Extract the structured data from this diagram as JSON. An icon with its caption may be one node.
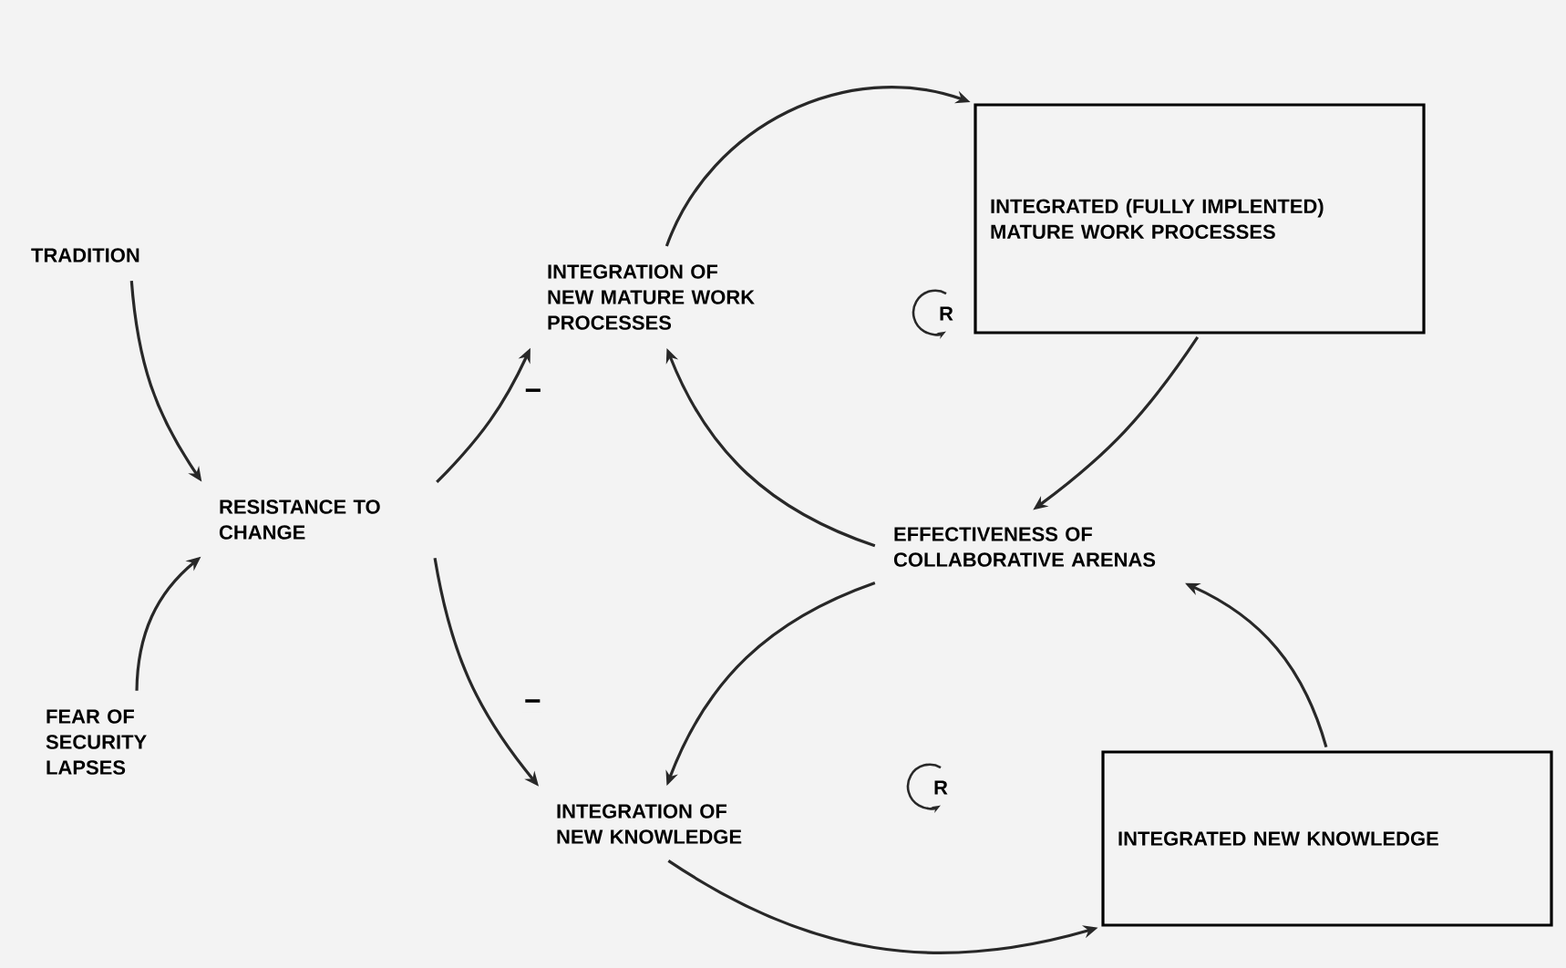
{
  "diagram": {
    "nodes": [
      {
        "text": [
          "TRADITION"
        ]
      },
      {
        "text": [
          "INTEGRATION OF NEW MATURE WORK PROCESSES"
        ]
      },
      {
        "text": [
          "INTEGRATED (FULLY IMPLENTED) MATURE WORK PROCESSES"
        ]
      },
      {
        "text": [
          "RESISTANCE TO CHANGE"
        ]
      },
      {
        "text": [
          "EFFECTIVENESS OF COLLABORATIVE ARENAS"
        ]
      },
      {
        "text": [
          "FEAR OF SECURITY LAPSES"
        ]
      },
      {
        "text": [
          "INTEGRATION OF NEW KNOWLEDGE"
        ]
      },
      {
        "text": [
          "INTEGRATED NEW KNOWLEDGE"
        ]
      }
    ],
    "edges": [
      {
        "from": 0,
        "to": 3,
        "arrow": "to"
      },
      {
        "from": 5,
        "to": 3,
        "arrow": "to"
      },
      {
        "from": 3,
        "to": 1,
        "arrow": "to",
        "label": "−"
      },
      {
        "from": 3,
        "to": 6,
        "arrow": "to",
        "label": "−"
      },
      {
        "from": 1,
        "to": 2,
        "arrow": "to"
      },
      {
        "from": 2,
        "to": 4,
        "arrow": "to"
      },
      {
        "from": 4,
        "to": 1,
        "arrow": "to"
      },
      {
        "from": 4,
        "to": 6,
        "arrow": "to"
      },
      {
        "from": 6,
        "to": 7,
        "arrow": "to"
      },
      {
        "from": 7,
        "to": 4,
        "arrow": "to"
      }
    ],
    "labels": [
      "R",
      "R"
    ]
  }
}
